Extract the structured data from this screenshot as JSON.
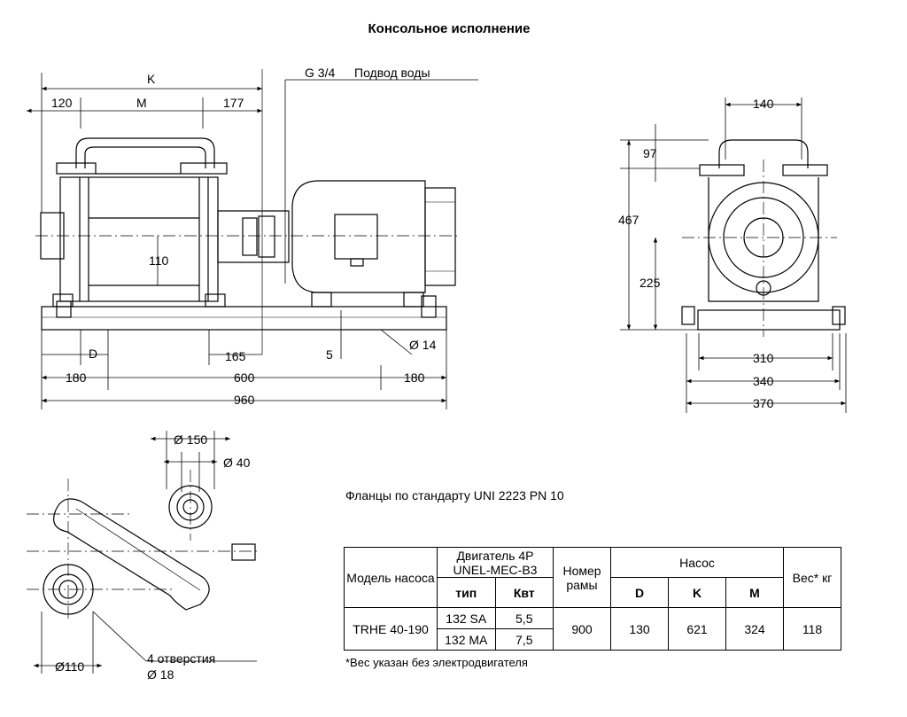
{
  "title": "Консольное исполнение",
  "labels": {
    "K": "K",
    "M": "M",
    "dim_120": "120",
    "dim_177": "177",
    "water_size": "G 3/4",
    "water_label": "Подвод воды",
    "dim_110": "110",
    "D": "D",
    "dim_165": "165",
    "dim_5": "5",
    "dia_14": "Ø 14",
    "dim_180_left": "180",
    "dim_600": "600",
    "dim_180_right": "180",
    "dim_960": "960",
    "dim_140": "140",
    "dim_97": "97",
    "dim_467": "467",
    "dim_225": "225",
    "dim_310": "310",
    "dim_340": "340",
    "dim_370": "370",
    "dia_150": "Ø 150",
    "dia_40": "Ø 40",
    "dia_110": "Ø110",
    "holes": "4 отверстия",
    "dia_18": "Ø 18"
  },
  "flange_note": "Фланцы по стандарту UNI 2223 PN 10",
  "table": {
    "h_model": "Модель насоса",
    "h_motor": "Двигатель 4P UNEL-MEC-B3",
    "h_frame": "Номер рамы",
    "h_pump": "Насос",
    "h_weight": "Вес* кг",
    "h_type": "тип",
    "h_kw": "Квт",
    "h_D": "D",
    "h_K": "K",
    "h_M": "M",
    "model": "TRHE 40-190",
    "type1": "132 SA",
    "kw1": "5,5",
    "type2": "132 MA",
    "kw2": "7,5",
    "frame": "900",
    "D": "130",
    "K": "621",
    "M": "324",
    "weight": "118"
  },
  "footnote": "*Вес указан без электродвигателя"
}
